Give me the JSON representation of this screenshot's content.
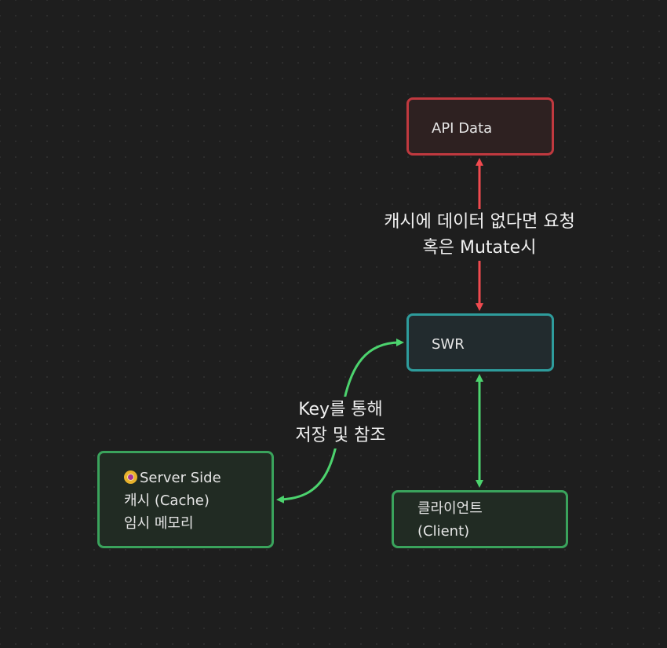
{
  "colors": {
    "background": "#1e1e1e",
    "red": "#c0393f",
    "red_arrow": "#f04a4f",
    "teal": "#2e9c9c",
    "green": "#3aa35c",
    "green_arrow": "#4cd36e"
  },
  "nodes": {
    "api_data": {
      "label": "API Data"
    },
    "swr": {
      "label": "SWR"
    },
    "server_side": {
      "icon": "disk-icon",
      "line1": "Server Side",
      "line2": "캐시 (Cache)",
      "line3": "임시 메모리"
    },
    "client": {
      "line1": "클라이언트",
      "line2": "(Client)"
    }
  },
  "edges": {
    "swr_to_api": {
      "label_line1": "캐시에 데이터 없다면 요청",
      "label_line2": "혹은 Mutate시"
    },
    "server_to_swr": {
      "label_line1": "Key를 통해",
      "label_line2": "저장 및 참조"
    },
    "swr_to_client": {}
  }
}
